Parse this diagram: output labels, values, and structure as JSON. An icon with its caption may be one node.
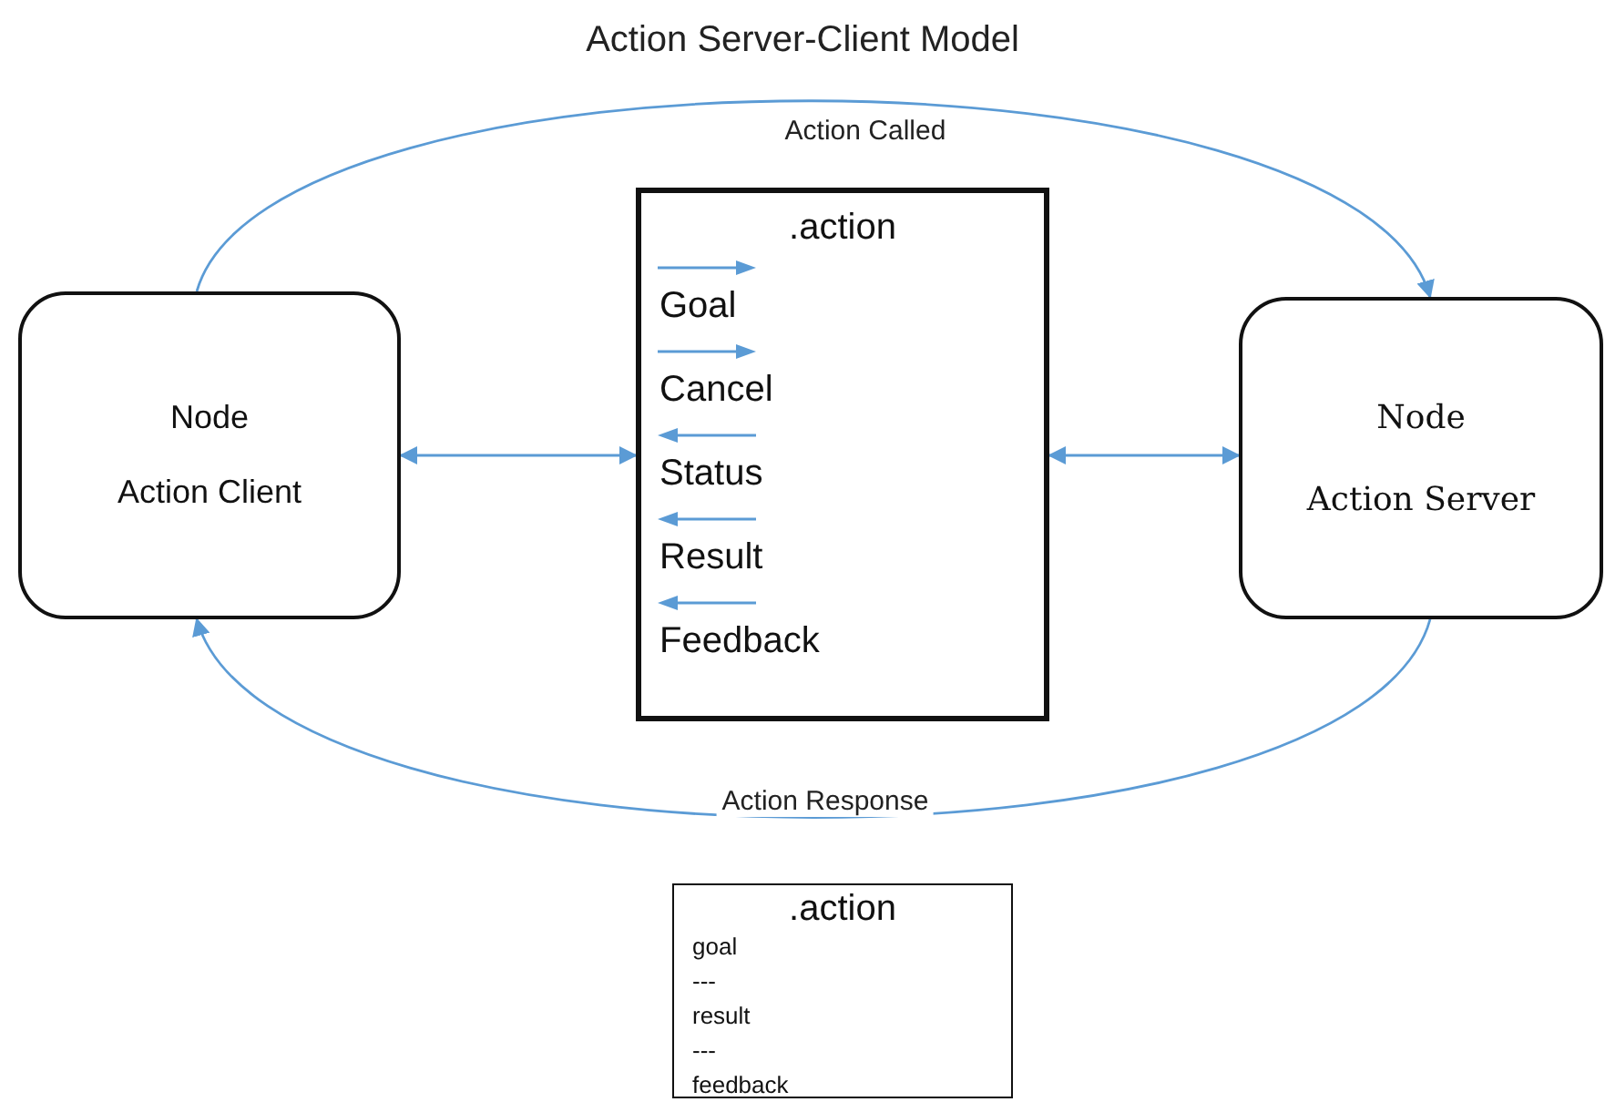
{
  "diagram": {
    "title": "Action Server-Client Model",
    "nodes": [
      {
        "text": [
          "Node",
          "Action Client"
        ]
      },
      {
        "text": [
          ".action",
          "Goal",
          "Cancel",
          "Status",
          "Result",
          "Feedback"
        ]
      },
      {
        "text": [
          "Node",
          "Action Server"
        ]
      },
      {
        "text": [
          ".action",
          "goal",
          "---",
          "result",
          "---",
          "feedback"
        ]
      }
    ],
    "edges": [
      {
        "from": 0,
        "to": 2,
        "arrow": "to",
        "label": "Action Called"
      },
      {
        "from": 2,
        "to": 0,
        "arrow": "to",
        "label": "Action Response"
      },
      {
        "from": 0,
        "to": 1,
        "arrow": "both"
      },
      {
        "from": 1,
        "to": 2,
        "arrow": "both"
      }
    ]
  }
}
